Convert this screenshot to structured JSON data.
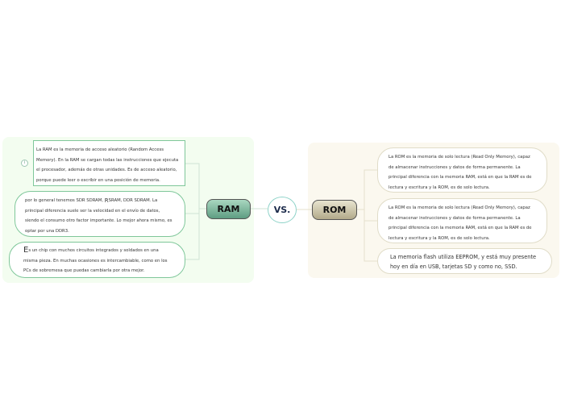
{
  "hubs": {
    "ram": "RAM",
    "vs": "VS.",
    "rom": "ROM"
  },
  "ram_nodes": [
    {
      "text": "La RAM es la memoria de acceso aleatorio (Random Access Memory). En la RAM se cargan todas las instrucciones que ejecuta el procesador, además de otras unidades. Es de acceso aleatorio, porque puede leer o escribir en una posición de memoria."
    },
    {
      "text_cap": "por lo general tenemos SDR SDRAM, R",
      "text_dropcap": "R",
      "text_rest": "SRAM, DDR SDRAM. La principal diferencia suele ser la velocidad en el envío de datos, siendo el consumo otro factor importante. Lo mejor ahora mismo, es optar por una DDR3."
    },
    {
      "dropcap": "E",
      "rest": "s un chip con muchos circuitos integrados y soldados en una misma pieza. En muchas ocasiones es intercambiable, como en los PCs de sobremesa que puedas cambiarla por otra mejor."
    }
  ],
  "rom_nodes": [
    {
      "text": "La ROM es la memoria de solo lectura (Read Only Memory), capaz de almacenar instrucciones y datos de forma permanente. La principal diferencia con la memoria RAM, está en que la RAM es de lectura y escritura y la ROM, es de solo lectura."
    },
    {
      "text": "La ROM es la memoria de solo lectura (Read Only Memory), capaz de almacenar instrucciones y datos de forma permanente. La principal diferencia con la memoria RAM, está en que la RAM es de lectura y escritura y la ROM, es de solo lectura."
    },
    {
      "text": "La memoria flash utiliza EEPROM, y está muy presente hoy en día en USB, tarjetas SD y como no, SSD."
    }
  ],
  "icons": {
    "info": "info-icon"
  },
  "colors": {
    "ram_panel": "#f3fdf0",
    "rom_panel": "#fbf8ef",
    "ram_hub": "#7fb9a0",
    "rom_hub": "#cfc8aa",
    "vs_border": "#8fd3c9"
  }
}
